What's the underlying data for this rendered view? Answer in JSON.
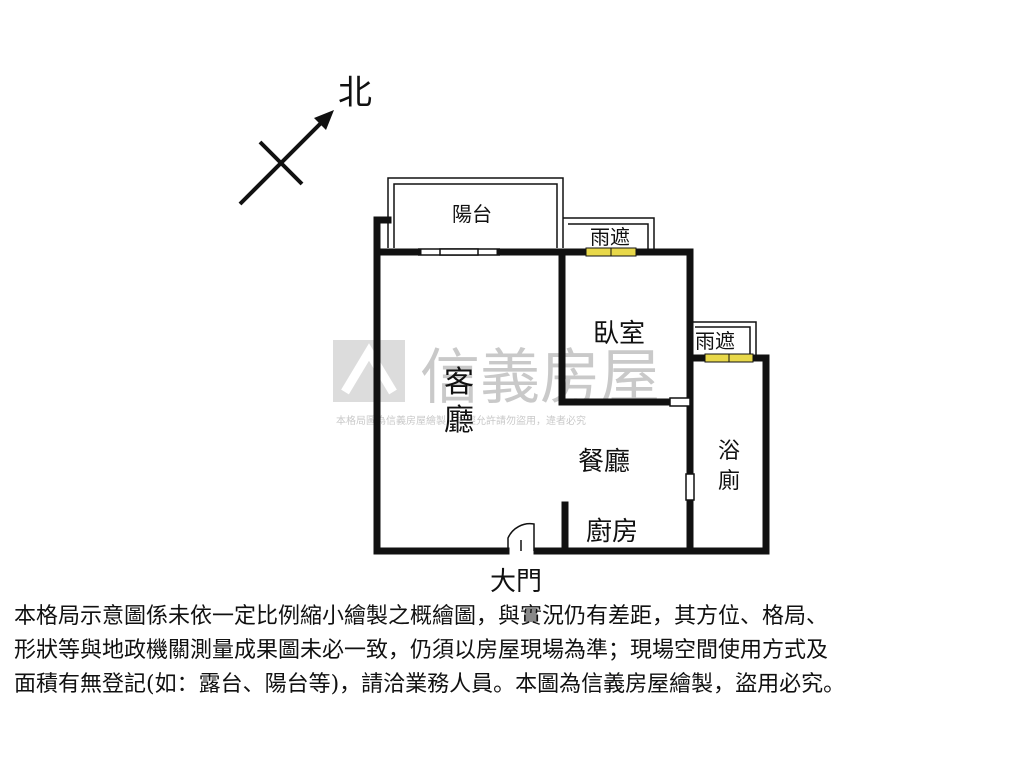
{
  "compass": {
    "label": "北"
  },
  "rooms": {
    "balcony": "陽台",
    "canopy_top": "雨遮",
    "canopy_right": "雨遮",
    "bedroom": "臥室",
    "living_1": "客",
    "living_2": "廳",
    "dining": "餐廳",
    "bath_1": "浴",
    "bath_2": "廁",
    "kitchen": "廚房",
    "entrance": "大門"
  },
  "watermark": {
    "brand": "信義房屋",
    "notice": "本格局圖為信義房屋繪製，未經允許請勿盜用，違者必究"
  },
  "disclaimer": {
    "line1": "本格局示意圖係未依一定比例縮小繪製之概繪圖，與實況仍有差距，其方位、格局、",
    "line2": "形狀等與地政機關測量成果圖未必一致，仍須以房屋現場為準；現場空間使用方式及",
    "line3": "面積有無登記(如：露台、陽台等)，請洽業務人員。本圖為信義房屋繪製，盜用必究。"
  },
  "colors": {
    "wall": "#111111",
    "canopy_bar": "#e8d84a",
    "watermark": "#c9c9c9"
  }
}
